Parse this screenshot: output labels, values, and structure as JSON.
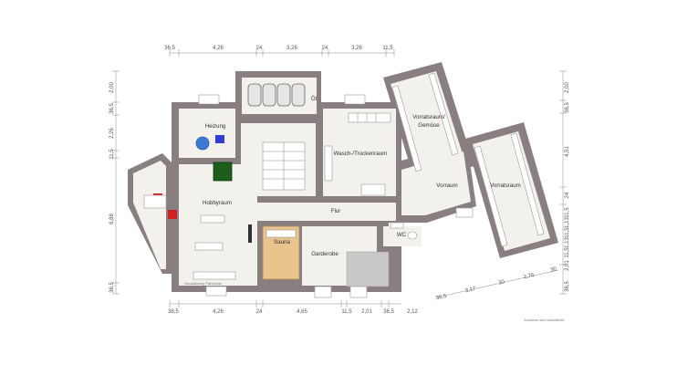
{
  "rooms": {
    "oel": "Öl",
    "heizung": "Heizung",
    "wasch": "Wasch-/Trockenraum",
    "vorrat_gemuese": "Vorratsraum/\nGemüse",
    "vorrat_gemuese_l1": "Vorratsraum/",
    "vorrat_gemuese_l2": "Gemüse",
    "vorrat": "Vorratsraum",
    "vorraum": "Vorraum",
    "hobby": "Hobbyraum",
    "flur": "Flur",
    "sauna": "Sauna",
    "garderobe": "Garderobe",
    "wc": "WC"
  },
  "dimensions": {
    "top": [
      "36,5",
      "4,26",
      "24",
      "3,26",
      "24",
      "3,26",
      "11,5"
    ],
    "bottom": [
      "36,5",
      "4,26",
      "24",
      "4,65",
      "11,5",
      "2,01",
      "36,5",
      "2,12"
    ],
    "left": [
      "2,00",
      "36,5",
      "2,26",
      "11,5",
      "6,88",
      "36,5"
    ],
    "right_top": [
      "2,00",
      "36,5",
      "4,51",
      "24"
    ],
    "right_small": [
      "11,5",
      "1,13",
      "11,5",
      "1,13",
      "11,5",
      "2,01",
      "36,5"
    ],
    "diagonal": [
      "36,5",
      "3,17",
      "30",
      "2,76",
      "30"
    ]
  },
  "credits": {
    "left": "Visualisierung Planviewer",
    "right": "Grundriss nicht maßstäblich"
  }
}
